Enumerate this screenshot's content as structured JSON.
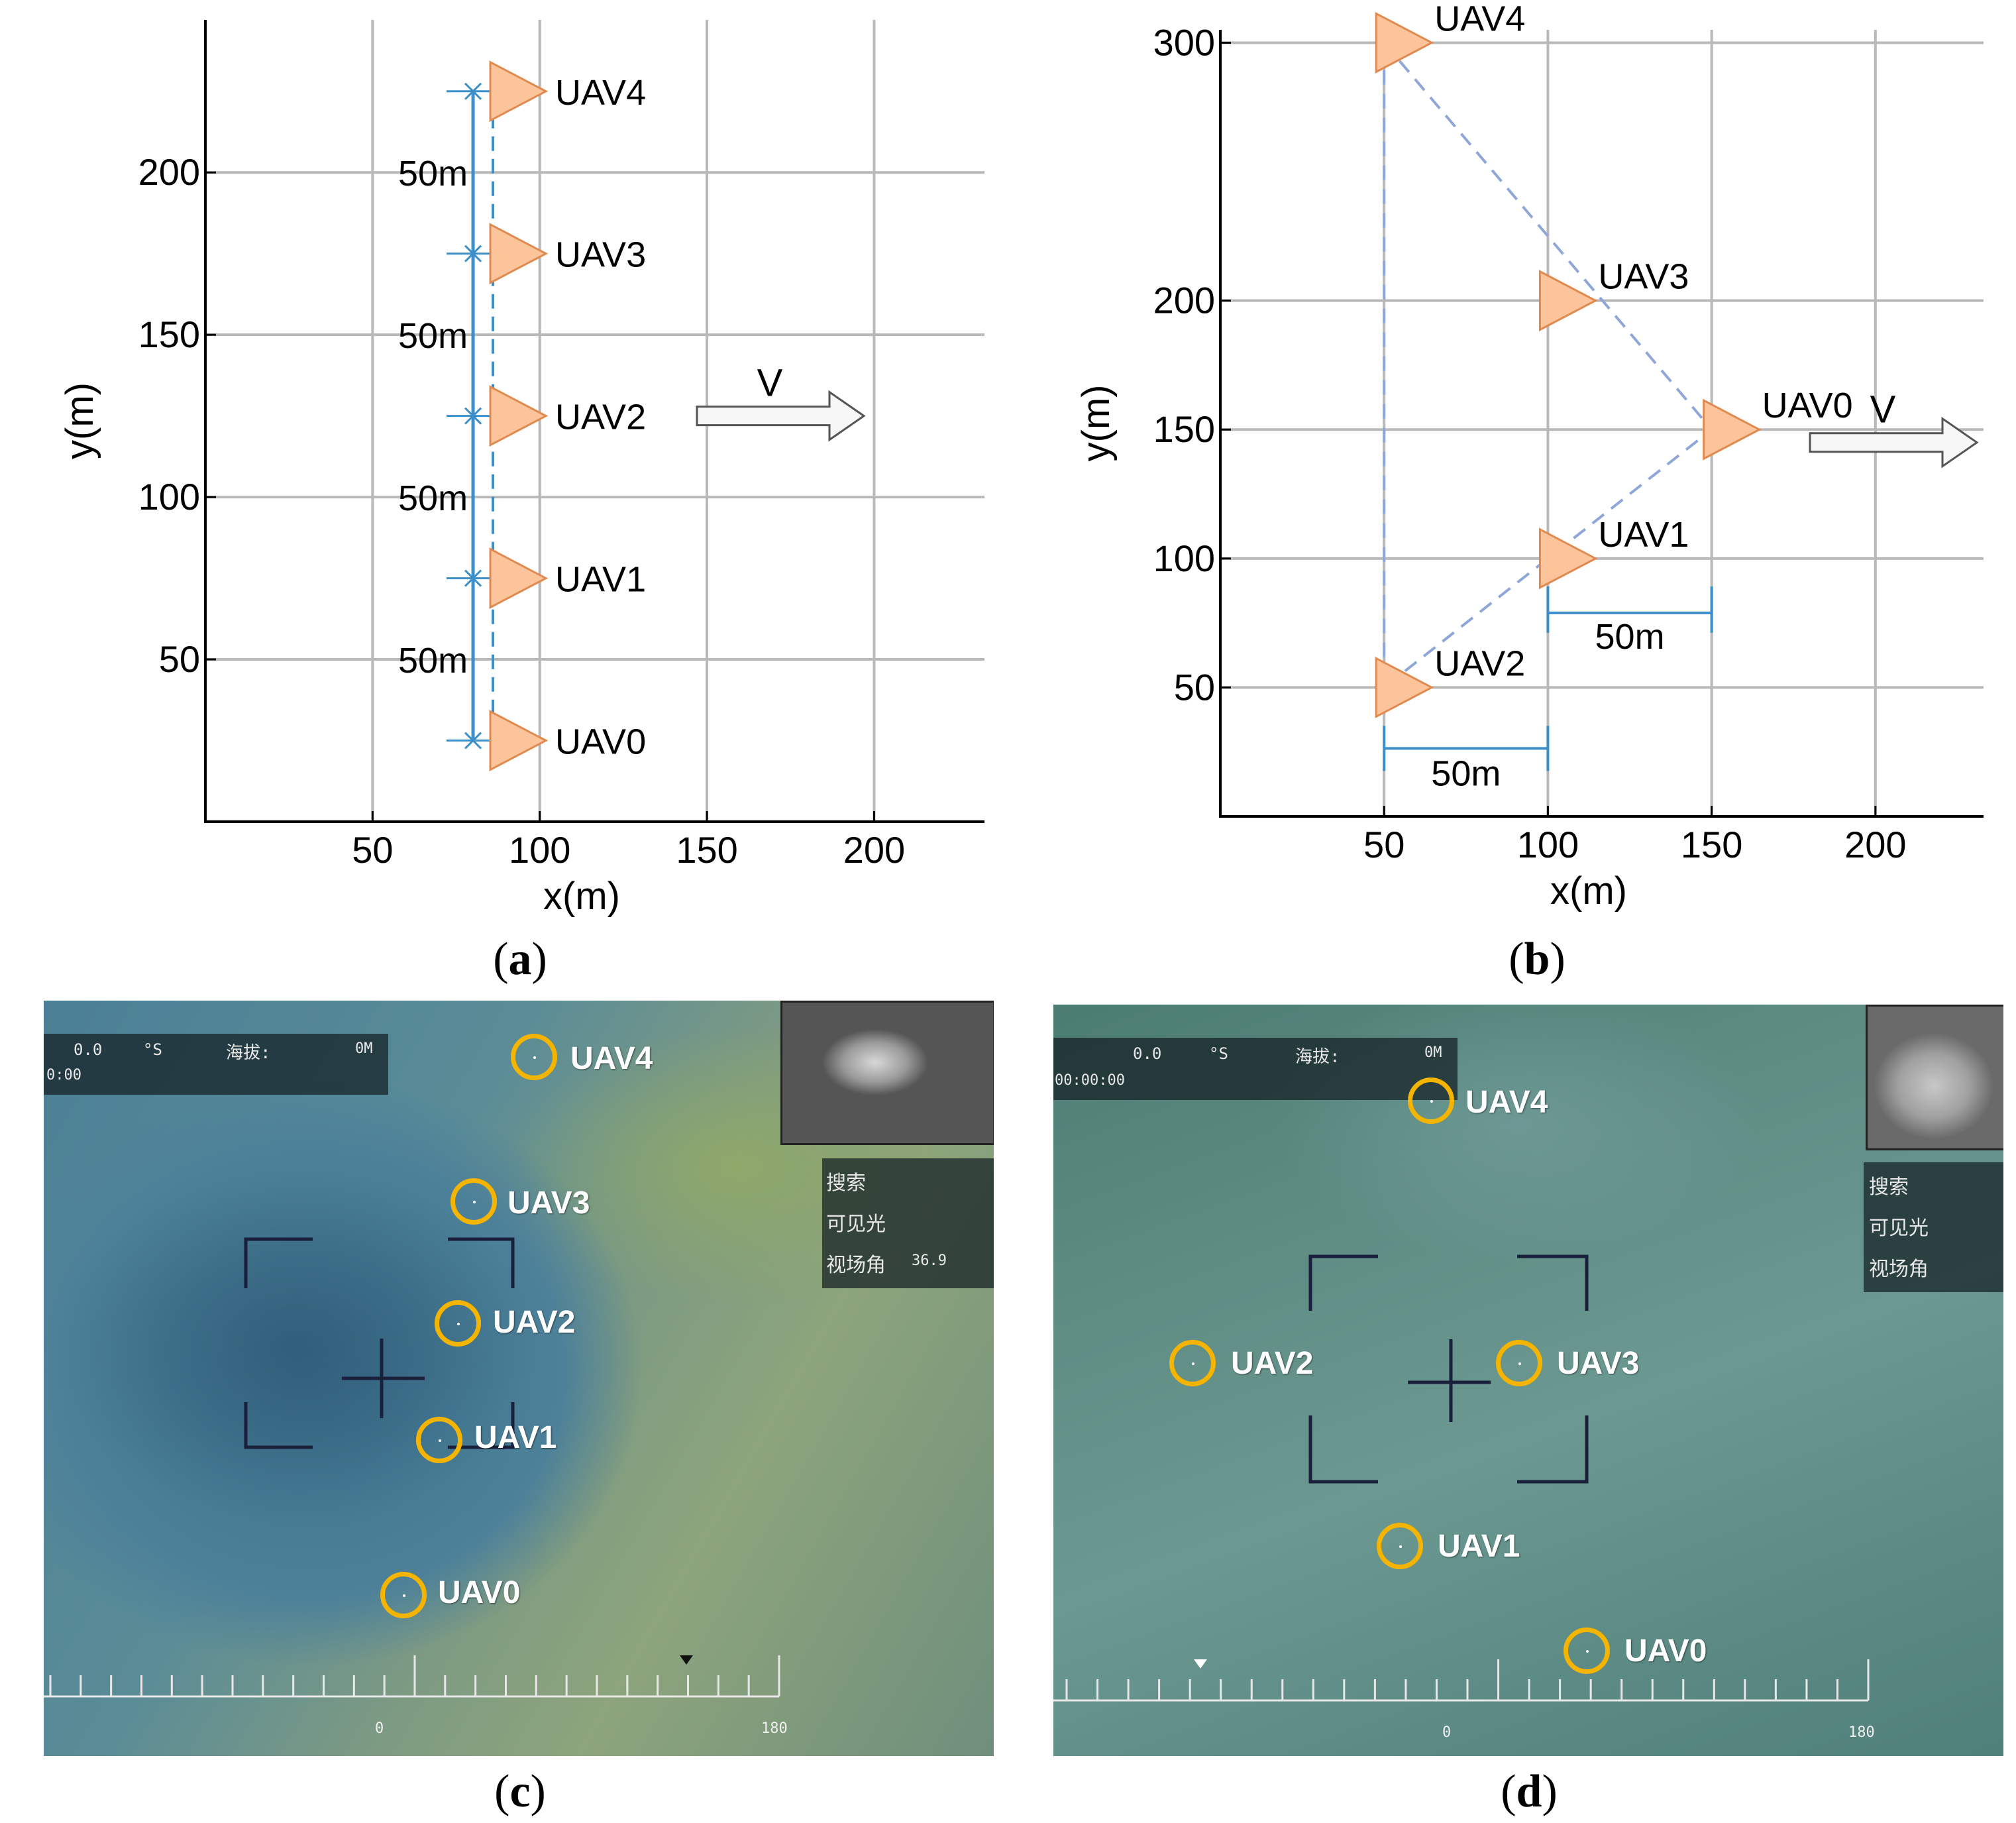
{
  "chart_data": [
    {
      "type": "scatter",
      "panel": "(a)",
      "xlabel": "x(m)",
      "ylabel": "y(m)",
      "xlim": [
        0,
        233
      ],
      "ylim": [
        0,
        247
      ],
      "xticks": [
        50,
        100,
        150,
        200
      ],
      "yticks": [
        50,
        100,
        150,
        200
      ],
      "grid": true,
      "points": [
        {
          "label": "UAV4",
          "x": 86,
          "y": 225
        },
        {
          "label": "UAV3",
          "x": 86,
          "y": 175
        },
        {
          "label": "UAV2",
          "x": 86,
          "y": 125
        },
        {
          "label": "UAV1",
          "x": 86,
          "y": 75
        },
        {
          "label": "UAV0",
          "x": 86,
          "y": 25
        }
      ],
      "spacing_labels": [
        "50m",
        "50m",
        "50m",
        "50m"
      ],
      "direction_label": "V",
      "caption": "a"
    },
    {
      "type": "scatter",
      "panel": "(b)",
      "xlabel": "x(m)",
      "ylabel": "y(m)",
      "xlim": [
        0,
        233
      ],
      "ylim": [
        0,
        305
      ],
      "xticks": [
        50,
        100,
        150,
        200
      ],
      "yticks": [
        50,
        100,
        150,
        200,
        300
      ],
      "grid": true,
      "points": [
        {
          "label": "UAV4",
          "x": 50,
          "y": 300
        },
        {
          "label": "UAV3",
          "x": 100,
          "y": 200
        },
        {
          "label": "UAV0",
          "x": 150,
          "y": 150
        },
        {
          "label": "UAV1",
          "x": 100,
          "y": 100
        },
        {
          "label": "UAV2",
          "x": 50,
          "y": 50
        }
      ],
      "spacing_labels": [
        "50m",
        "50m"
      ],
      "direction_label": "V",
      "caption": "b"
    }
  ],
  "photos": [
    {
      "caption": "c",
      "hud": {
        "val1": "0.0",
        "unit": "°S",
        "alt_label": "海拔:",
        "alt_value": "0M",
        "time": "0:00"
      },
      "side_panel": {
        "mode": "搜索",
        "sensor": "可见光",
        "fov_label": "视场角",
        "fov_value": "36.9"
      },
      "scale": {
        "left": "0",
        "right": "180"
      },
      "uav_labels": [
        "UAV4",
        "UAV3",
        "UAV2",
        "UAV1",
        "UAV0"
      ]
    },
    {
      "caption": "d",
      "hud": {
        "val1": "0.0",
        "unit": "°S",
        "alt_label": "海拔:",
        "alt_value": "0M",
        "time": "00:00:00"
      },
      "side_panel": {
        "mode": "搜索",
        "sensor": "可见光",
        "fov_label": "视场角"
      },
      "scale": {
        "left": "0",
        "right": "180"
      },
      "uav_labels": [
        "UAV4",
        "UAV2",
        "UAV3",
        "UAV1",
        "UAV0"
      ]
    }
  ],
  "colors": {
    "grid": "#b9b9b9",
    "triangle_fill": "#fbc49a",
    "triangle_stroke": "#e08a50",
    "dim_line": "#3c8fc8",
    "dash_line": "#8fa7d8",
    "marker": "#f5b400"
  }
}
